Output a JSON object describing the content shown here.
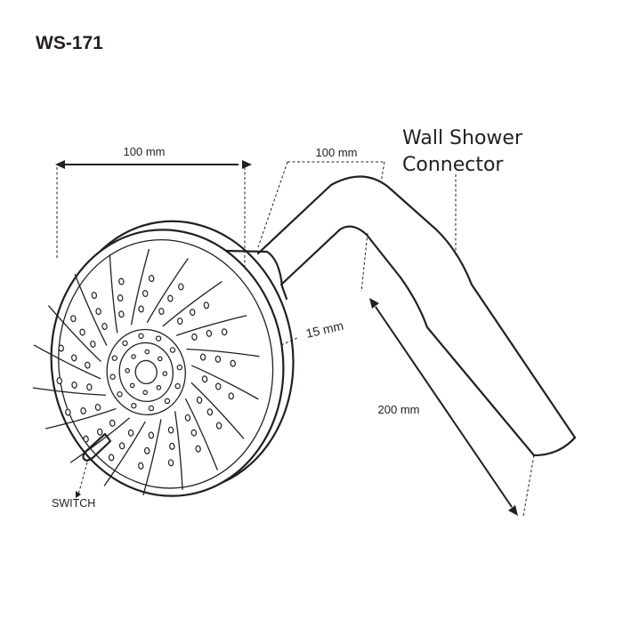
{
  "model": "WS-171",
  "labels": {
    "connector_line1": "Wall Shower",
    "connector_line2": "Connector",
    "switch": "SWITCH"
  },
  "dimensions": {
    "head_diameter": "100 mm",
    "arm_reach": "100 mm",
    "gap": "15 mm",
    "arm_length": "200 mm"
  },
  "colors": {
    "ink": "#231f20",
    "background": "#ffffff"
  }
}
